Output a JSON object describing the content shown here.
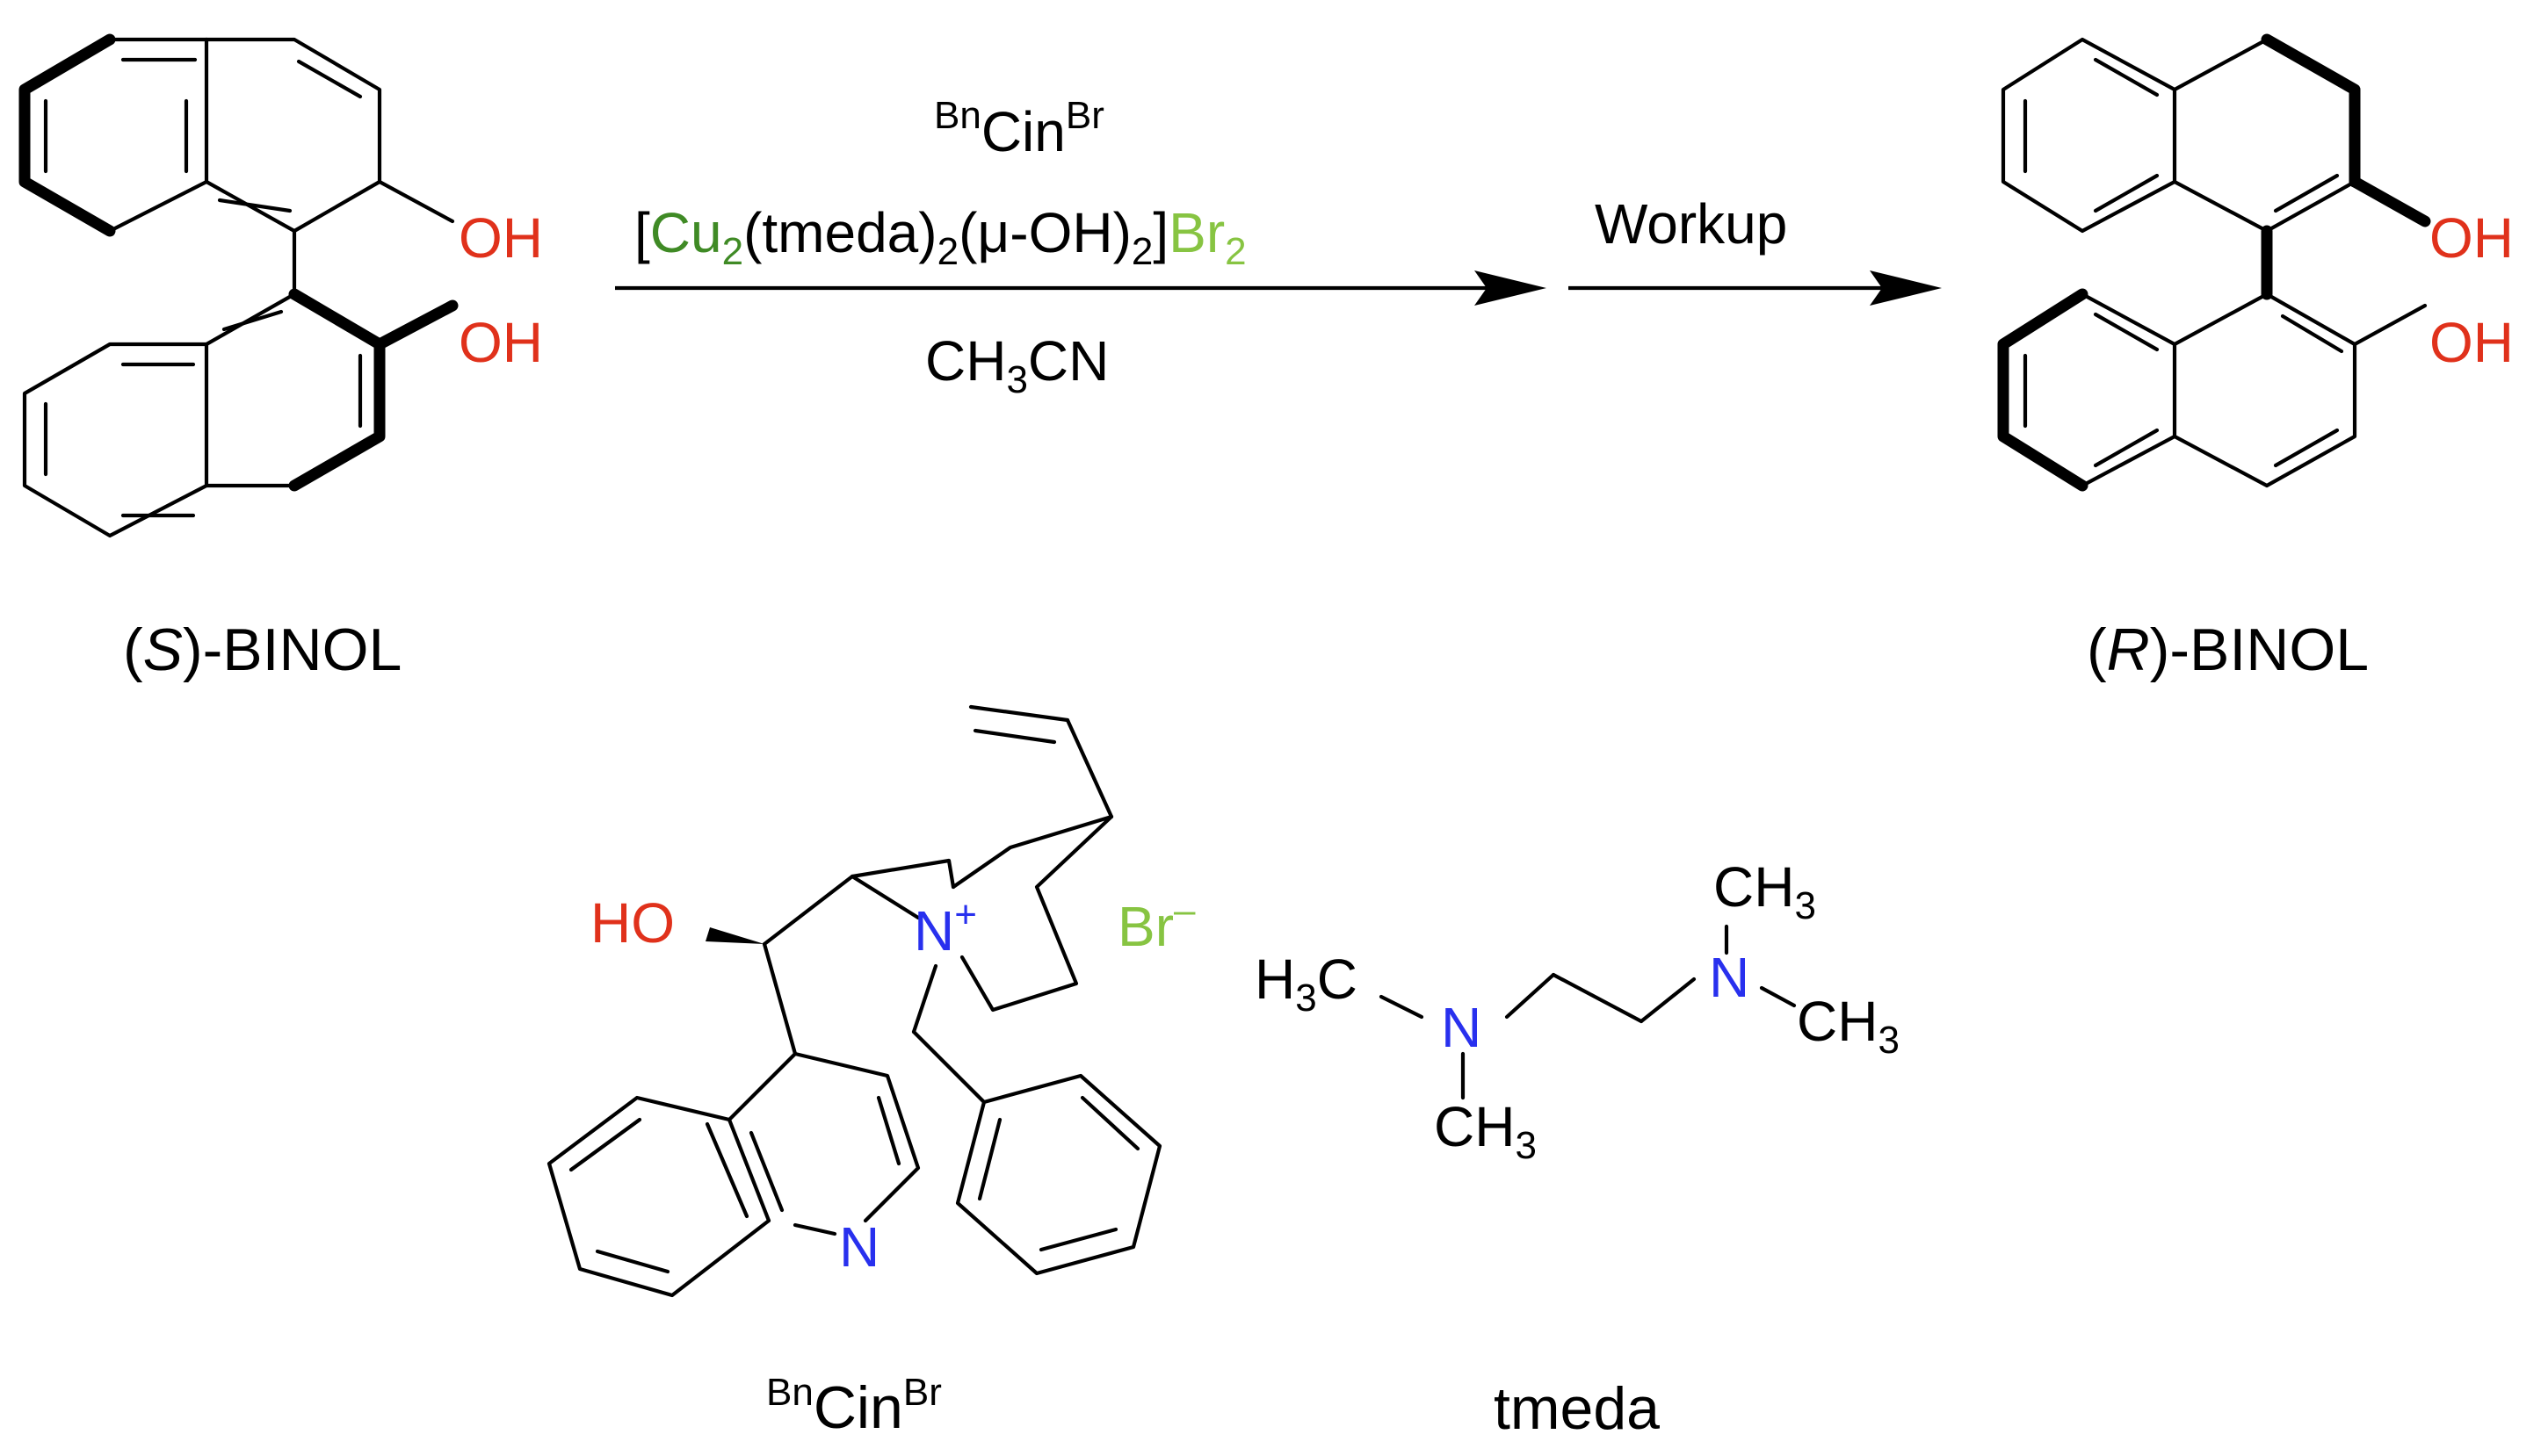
{
  "colors": {
    "oxygen": "#e0311b",
    "nitrogen": "#2830ee",
    "bromide": "#87c442",
    "copper": "#3f8a25",
    "bond": "#000000"
  },
  "reactant": {
    "oh_top": "OH",
    "oh_bottom": "OH",
    "label_open": "(",
    "label_italic": "S",
    "label_rest": ")-BINOL"
  },
  "step1": {
    "catalyst_sup_left": "Bn",
    "catalyst_main": "Cin",
    "catalyst_sup_right": "Br",
    "copper_open": "[",
    "copper_symbol": "Cu",
    "copper_sub": "2",
    "ligand_part": "(tmeda)",
    "ligand_sub": "2",
    "bridge_part": "(μ-OH)",
    "bridge_sub": "2",
    "copper_close": "]",
    "counterion": "Br",
    "counterion_sub": "2",
    "solvent_a": "CH",
    "solvent_sub": "3",
    "solvent_b": "CN"
  },
  "step2": {
    "label": "Workup"
  },
  "product": {
    "oh_top": "OH",
    "oh_bottom": "OH",
    "label_open": "(",
    "label_italic": "R",
    "label_rest": ")-BINOL"
  },
  "cinchona": {
    "ho": "HO",
    "n_plus": "N",
    "plus": "+",
    "br": "Br",
    "minus": "–",
    "n_quinoline": "N",
    "cap_sup_left": "Bn",
    "cap_main": "Cin",
    "cap_sup_right": "Br"
  },
  "tmeda": {
    "ch3_top": "CH",
    "ch3_top_sub": "3",
    "ch3_right": "CH",
    "ch3_right_sub": "3",
    "h3c_left_h": "H",
    "h3c_left_sub": "3",
    "h3c_left_c": "C",
    "ch3_bottom": "CH",
    "ch3_bottom_sub": "3",
    "n_left": "N",
    "n_right": "N",
    "caption": "tmeda"
  }
}
